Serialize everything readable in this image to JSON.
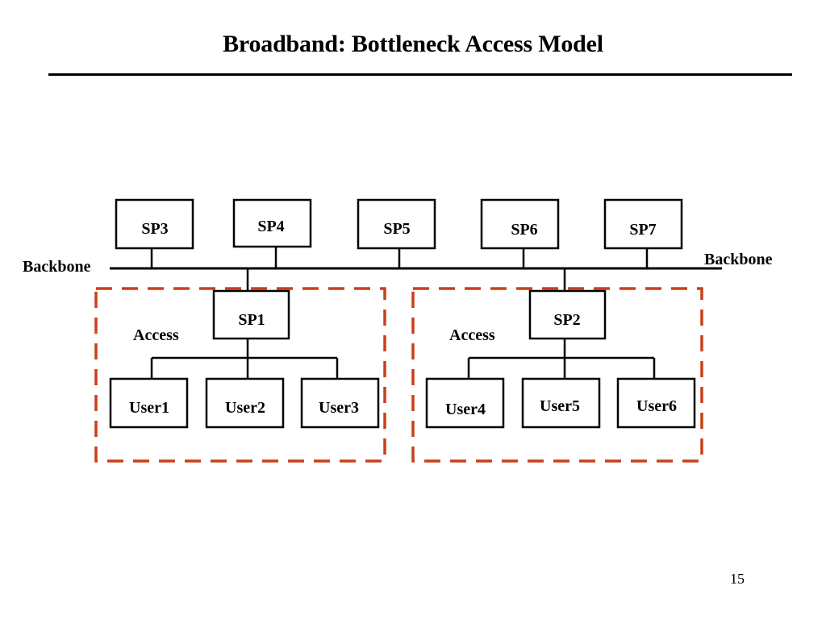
{
  "title": "Broadband: Bottleneck Access Model",
  "page_number": "15",
  "colors": {
    "text": "#000000",
    "line": "#000000",
    "access_border": "#c8401a"
  },
  "backbone": {
    "label_left": "Backbone",
    "label_right": "Backbone"
  },
  "service_providers": {
    "sp1": "SP1",
    "sp2": "SP2",
    "sp3": "SP3",
    "sp4": "SP4",
    "sp5": "SP5",
    "sp6": "SP6",
    "sp7": "SP7"
  },
  "access_regions": [
    {
      "label": "Access",
      "provider": "SP1",
      "users": [
        "User1",
        "User2",
        "User3"
      ]
    },
    {
      "label": "Access",
      "provider": "SP2",
      "users": [
        "User4",
        "User5",
        "User6"
      ]
    }
  ]
}
